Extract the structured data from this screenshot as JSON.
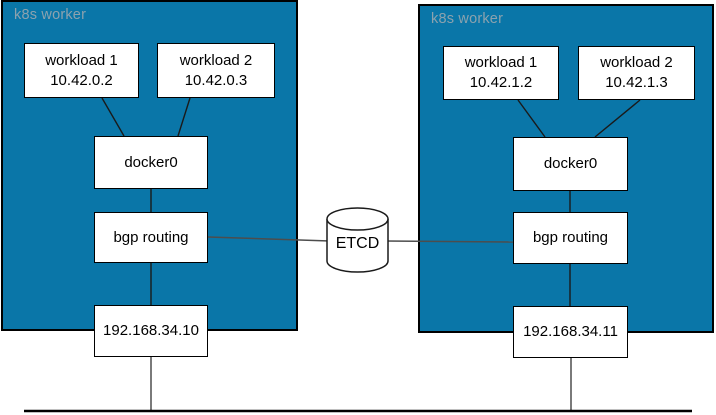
{
  "workers": [
    {
      "label": "k8s worker",
      "workload1": {
        "name": "workload 1",
        "ip": "10.42.0.2"
      },
      "workload2": {
        "name": "workload 2",
        "ip": "10.42.0.3"
      },
      "bridge": "docker0",
      "routing": "bgp routing",
      "host_ip": "192.168.34.10"
    },
    {
      "label": "k8s worker",
      "workload1": {
        "name": "workload 1",
        "ip": "10.42.1.2"
      },
      "workload2": {
        "name": "workload 2",
        "ip": "10.42.1.3"
      },
      "bridge": "docker0",
      "routing": "bgp routing",
      "host_ip": "192.168.34.11"
    }
  ],
  "datastore": {
    "label": "ETCD"
  },
  "colors": {
    "worker_fill": "#0a76a8",
    "worker_border": "#000000",
    "worker_label_text": "#8ca2ae",
    "node_fill": "#ffffff",
    "node_border": "#000000",
    "node_text": "#000000",
    "wire": "#1a1a1a",
    "bus": "#000000"
  }
}
